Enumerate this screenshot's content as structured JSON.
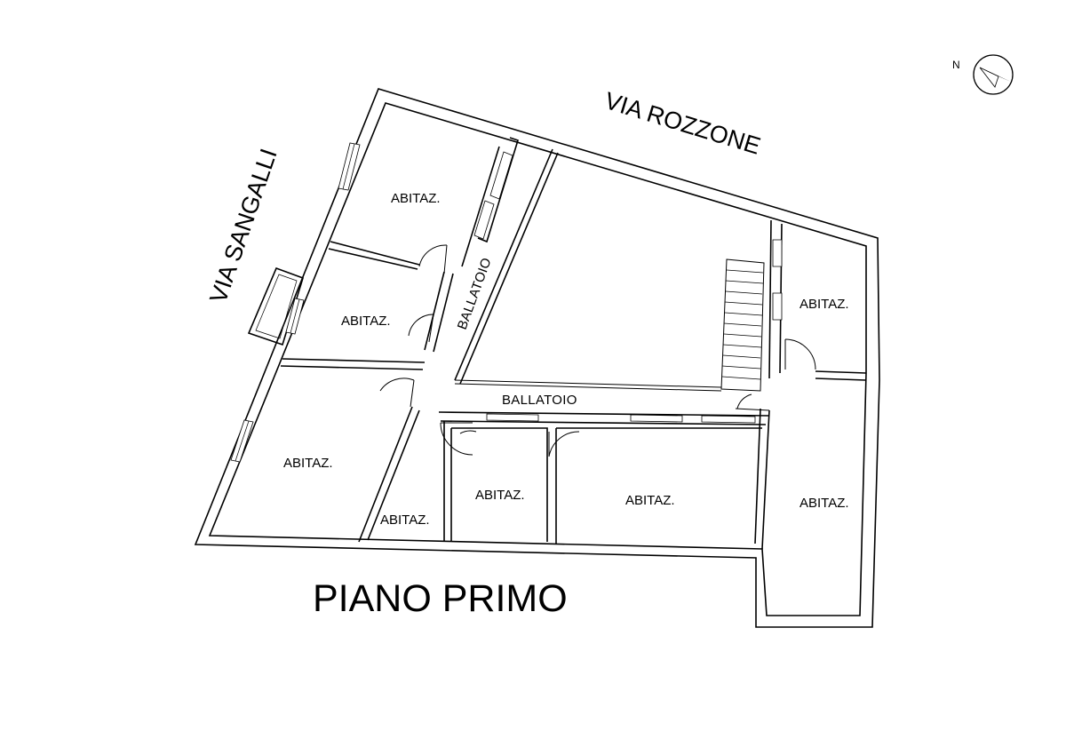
{
  "streets": {
    "north": "VIA ROZZONE",
    "west": "VIA SANGALLI"
  },
  "north_label": "N",
  "floor_title": "PIANO PRIMO",
  "corridors": {
    "vertical": "BALLATOIO",
    "horizontal": "BALLATOIO"
  },
  "rooms": [
    {
      "label": "ABITAZ."
    },
    {
      "label": "ABITAZ."
    },
    {
      "label": "ABITAZ."
    },
    {
      "label": "ABITAZ."
    },
    {
      "label": "ABITAZ."
    },
    {
      "label": "ABITAZ."
    },
    {
      "label": "ABITAZ."
    },
    {
      "label": "ABITAZ."
    }
  ]
}
